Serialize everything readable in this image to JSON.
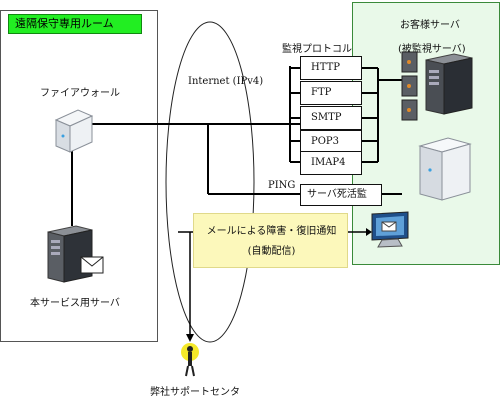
{
  "left_panel": {
    "title": "遠隔保守専用ルーム",
    "firewall_label": "ファイアウォール",
    "server_label": "本サービス用サーバ"
  },
  "right_panel": {
    "title": "お客様サーバ",
    "subtitle": "(被監視サーバ)"
  },
  "internet": {
    "label": "Internet (IPv4)"
  },
  "monitoring": {
    "protocol_header": "監視プロトコル",
    "protocols": [
      "HTTP",
      "FTP",
      "SMTP",
      "POP3",
      "IMAP4"
    ],
    "ping_label": "PING",
    "alive_check_label": "サーバ死活監"
  },
  "notification": {
    "line1": "メールによる障害・復旧通知",
    "line2": "(自動配信)"
  },
  "support": {
    "label": "弊社サポートセンタ"
  },
  "colors": {
    "title_badge": "#22ee22",
    "right_bg": "#e9f9e9",
    "notify_bg": "#fcf8bb"
  }
}
